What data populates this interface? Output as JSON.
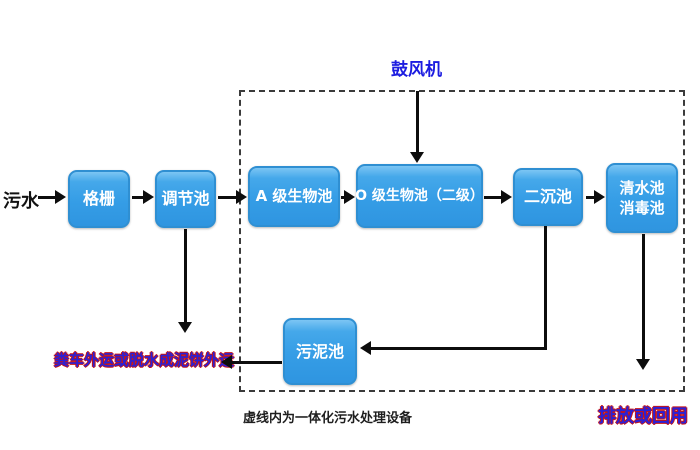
{
  "labels": {
    "influent": "污水",
    "blower": "鼓风机",
    "sludge_disposal": "粪车外运或脱水成泥饼外运",
    "discharge": "排放或回用",
    "dashed_caption": "虚线内为一体化污水处理设备"
  },
  "boxes": {
    "grille": {
      "label": "格栅"
    },
    "regulating": {
      "label": "调节池"
    },
    "a_bio": {
      "label": "A 级生物池"
    },
    "o_bio": {
      "label": "O 级生物池（二级）"
    },
    "secondary_sed": {
      "label": "二沉池"
    },
    "clear_water": {
      "line1": "清水池",
      "line2": "消毒池"
    },
    "sludge": {
      "label": "污泥池"
    }
  },
  "colors": {
    "box_fill": "#359de6",
    "box_border": "#2f8fd2",
    "box_text": "#ffffff",
    "blue_text": "#1c1ce0",
    "outlined_text_fill": "#2b21d6",
    "outlined_text_stroke": "#c81414",
    "arrow": "#0d0d0d",
    "dashed_border": "#3b3b3b",
    "background": "#ffffff"
  }
}
